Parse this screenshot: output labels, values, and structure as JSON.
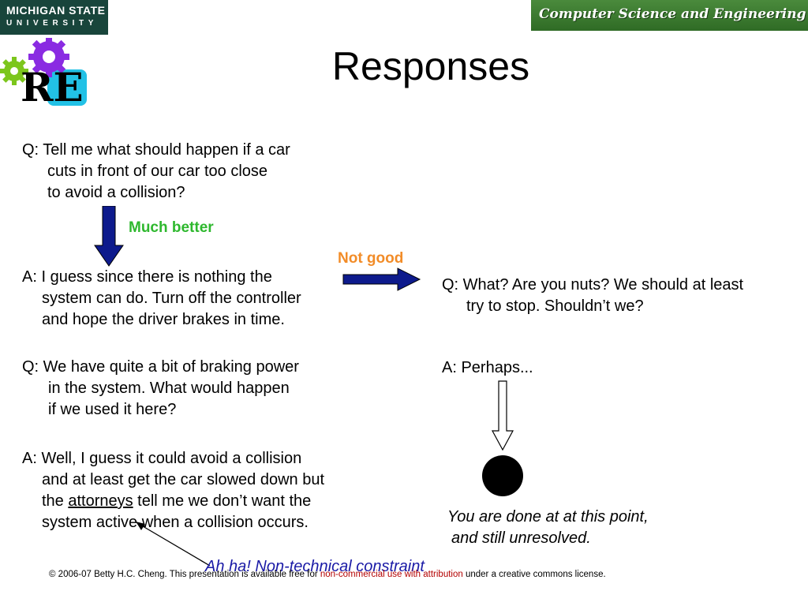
{
  "header": {
    "msu_line1": "MICHIGAN STATE",
    "msu_line2": "UNIVERSITY",
    "cse_banner": "Computer Science and Engineering",
    "re_logo": "RE"
  },
  "slide": {
    "title": "Responses",
    "q1": {
      "line1": "Q: Tell me what should happen if a car",
      "line2": "cuts in front of our car too close",
      "line3": "to avoid a collision?"
    },
    "much_better": "Much better",
    "not_good": "Not good",
    "a1": {
      "line1": "A: I guess since there is nothing the",
      "line2": "system can do. Turn off the controller",
      "line3": "and hope the driver brakes in time."
    },
    "q_nuts": {
      "line1": "Q: What? Are you nuts? We should at least",
      "line2": "try to stop. Shouldn’t we?"
    },
    "q2": {
      "line1": "Q: We have quite a bit of braking power",
      "line2": "in the system. What would happen",
      "line3": "if we used it here?"
    },
    "a_perhaps": "A: Perhaps...",
    "a2": {
      "line1": "A: Well, I guess it could avoid a collision",
      "line2": "and at least get the car slowed down but",
      "line3_pre": "the ",
      "line3_link": "attorneys",
      "line3_post": " tell me we don’t want the",
      "line4": "system active when a collision occurs."
    },
    "done": {
      "line1": "You are done at at this point,",
      "line2": "and still unresolved."
    },
    "ah_ha": "Ah ha! Non-technical constraint"
  },
  "footer": {
    "pre": "© 2006-07 Betty H.C. Cheng. This presentation is available free for ",
    "highlight": "non-commercial use with attribution",
    "post": " under a creative commons license."
  },
  "colors": {
    "msu_green": "#18453b",
    "cse_green": "#3d7a32",
    "arrow_blue": "#0d1a8c",
    "much_better": "#2eb82e",
    "not_good": "#f28c28",
    "annotation_blue": "#1a1aa6",
    "footer_highlight": "#b30000"
  }
}
